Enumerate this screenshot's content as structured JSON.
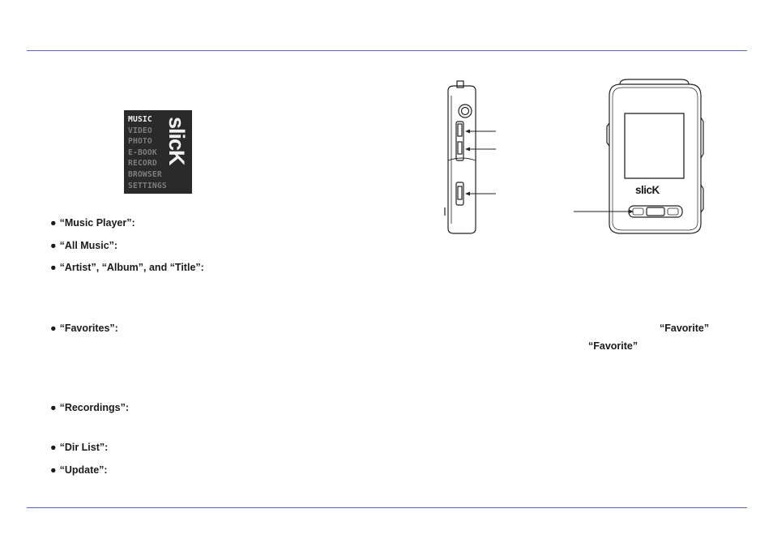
{
  "menu": {
    "items": [
      "MUSIC",
      "VIDEO",
      "PHOTO",
      "E-BOOK",
      "RECORD",
      "BROWSER",
      "SETTINGS"
    ],
    "active_index": 0,
    "logo": "slicK"
  },
  "device": {
    "logo": "slicK"
  },
  "bullets": [
    {
      "label": "“Music Player”:"
    },
    {
      "label": "“All Music”:"
    },
    {
      "label": "“Artist”, “Album”, and “Title”:"
    },
    {
      "label": "“Favorites”:"
    },
    {
      "label": "“Recordings”:"
    },
    {
      "label": "“Dir List”:"
    },
    {
      "label": "“Update”:"
    }
  ],
  "favorite_words": [
    "“Favorite”",
    "“Favorite”"
  ],
  "colors": {
    "rule": "#5566bb",
    "menu_bg": "#2a2a2a",
    "menu_active": "#f2f2f2",
    "menu_inactive": "#7d7d7d"
  }
}
